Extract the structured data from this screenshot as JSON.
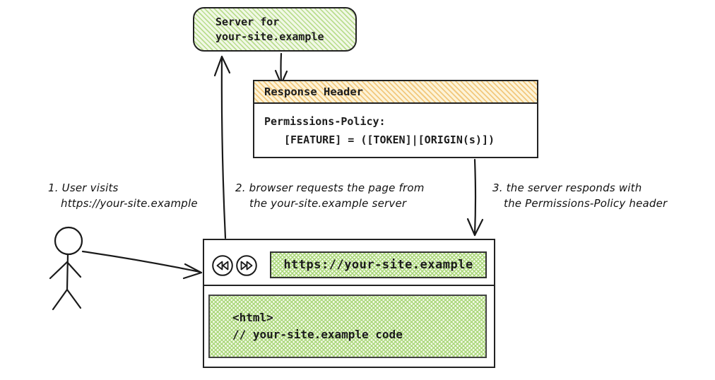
{
  "server_box": {
    "line1": "Server for",
    "line2": "your-site.example"
  },
  "response_header": {
    "title": "Response Header",
    "policy_line1": "Permissions-Policy:",
    "policy_line2": "[FEATURE] = ([TOKEN]|[ORIGIN(s)])"
  },
  "annotations": [
    {
      "line1": "1. User visits",
      "line2": "https://your-site.example"
    },
    {
      "line1": "2. browser requests the page from",
      "line2": "the your-site.example server"
    },
    {
      "line1": "3. the server responds with",
      "line2": "the Permissions-Policy header"
    }
  ],
  "browser": {
    "url": "https://your-site.example",
    "content": {
      "line1": "<html>",
      "line2": "// your-site.example code"
    },
    "nav": {
      "back_icon": "rewind-double-left",
      "forward_icon": "fast-forward-double-right"
    }
  },
  "colors": {
    "green_hatch_line": "#b9dd8e",
    "green_hatch_bg": "#f1f8e6",
    "green_cross_line": "#a9d678",
    "orange_hatch_line": "#f2c87d",
    "orange_hatch_bg": "#fdf3d8",
    "ink": "#1c1c1c"
  }
}
